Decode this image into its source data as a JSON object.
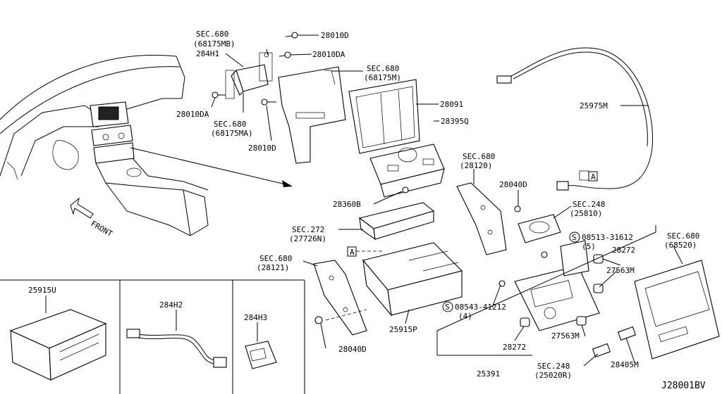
{
  "labels": {
    "sec680_68175mb_a": "SEC.680",
    "sec680_68175mb_b": "(68175MB)",
    "p284h1": "284H1",
    "p28010d_top": "28010D",
    "p28010da_top": "28010DA",
    "sec680_68175m_a": "SEC.680",
    "sec680_68175m_b": "(68175M)",
    "p28091": "28091",
    "p28395q": "28395Q",
    "p28010da_left": "28010DA",
    "sec680_68175ma_a": "SEC.680",
    "sec680_68175ma_b": "(68175MA)",
    "p28010d_mid": "28010D",
    "p25975m": "25975M",
    "sec680_28120_a": "SEC.680",
    "sec680_28120_b": "(28120)",
    "p28040d_top": "28040D",
    "p28360b": "28360B",
    "sec248_25810_a": "SEC.248",
    "sec248_25810_b": "(25810)",
    "sec272_a": "SEC.272",
    "sec272_b": "(27726N)",
    "s08513": "08513-31612",
    "s08513_qty": "(5)",
    "p28272_top": "28272",
    "sec680_68520_a": "SEC.680",
    "sec680_68520_b": "(68520)",
    "sec680_28121_a": "SEC.680",
    "sec680_28121_b": "(28121)",
    "p27563m_top": "27563M",
    "s08543": "08543-41212",
    "s08543_qty": "(4)",
    "p25915u": "25915U",
    "p284h2": "284H2",
    "p284h3": "284H3",
    "p25915p": "25915P",
    "p28272_bot": "28272",
    "p27563m_bot": "27563M",
    "p28040d_bot": "28040D",
    "p28405m": "28405M",
    "p25391": "25391",
    "sec248_25020r_a": "SEC.248",
    "sec248_25020r_b": "(25020R)",
    "front": "FRONT",
    "ref_a1": "A",
    "ref_a2": "A",
    "circ_s1": "S",
    "circ_s2": "S",
    "diagram_id": "J28001BV"
  }
}
